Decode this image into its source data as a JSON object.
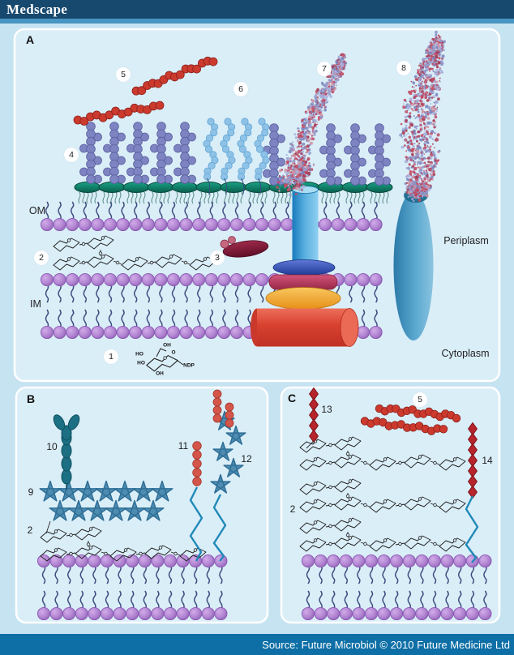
{
  "header": {
    "logo": "Medscape"
  },
  "footer": {
    "source": "Source: Future Microbiol © 2010 Future Medicine Ltd"
  },
  "figure": {
    "panel_a": {
      "label": "A",
      "markers": {
        "m1": "1",
        "m2": "2",
        "m3": "3",
        "m4": "4",
        "m5": "5",
        "m6": "6",
        "m7": "7",
        "m8": "8"
      },
      "regions": {
        "om": "OM",
        "im": "IM",
        "periplasm": "Periplasm",
        "cytoplasm": "Cytoplasm"
      },
      "chem": {
        "oh_top": "OH",
        "ring_o": "O",
        "ho_upper": "HO",
        "ho_lower": "HO",
        "oh_bottom": "OH",
        "ndp": "NDP"
      }
    },
    "panel_b": {
      "label": "B",
      "markers": {
        "m2": "2",
        "m9": "9",
        "m10": "10",
        "m11": "11",
        "m12": "12"
      }
    },
    "panel_c": {
      "label": "C",
      "markers": {
        "m2": "2",
        "m5": "5",
        "m13": "13",
        "m14": "14"
      }
    }
  },
  "colors": {
    "top_bar": "#17496e",
    "top_strip": "#4795c2",
    "page_bg": "#c6e3f2",
    "panel_bg": "#daeef8",
    "panel_border": "#ffffff",
    "footer_bar": "#0e6fa6",
    "membrane_head": "#a97bca",
    "membrane_tail": "#3c4c7e",
    "lipid_a_teal": "#0f8a72",
    "bead_red": "#cc3a2e",
    "bead_slate_blue": "#7e84c1",
    "bead_light_blue": "#8ec2e6",
    "pentagon_blue": "#4d8bb0",
    "oval_teal": "#1d7083",
    "diamond_red": "#b6252b",
    "zigzag_teal": "#2089b8",
    "sugar_line": "#222222",
    "cylinder_blue": "#2d8fca",
    "disc_blue": "#2a4aa6",
    "bar_crimson": "#b83058",
    "ellipse_orange": "#f2a93b",
    "cylinder_red": "#d8402e",
    "periplasm_ellipse": "#4a9cc6",
    "maroon_ellipse": "#7c1c3a",
    "protein_speckle_red": "#a63d55",
    "protein_speckle_blue": "#8e98c9"
  }
}
